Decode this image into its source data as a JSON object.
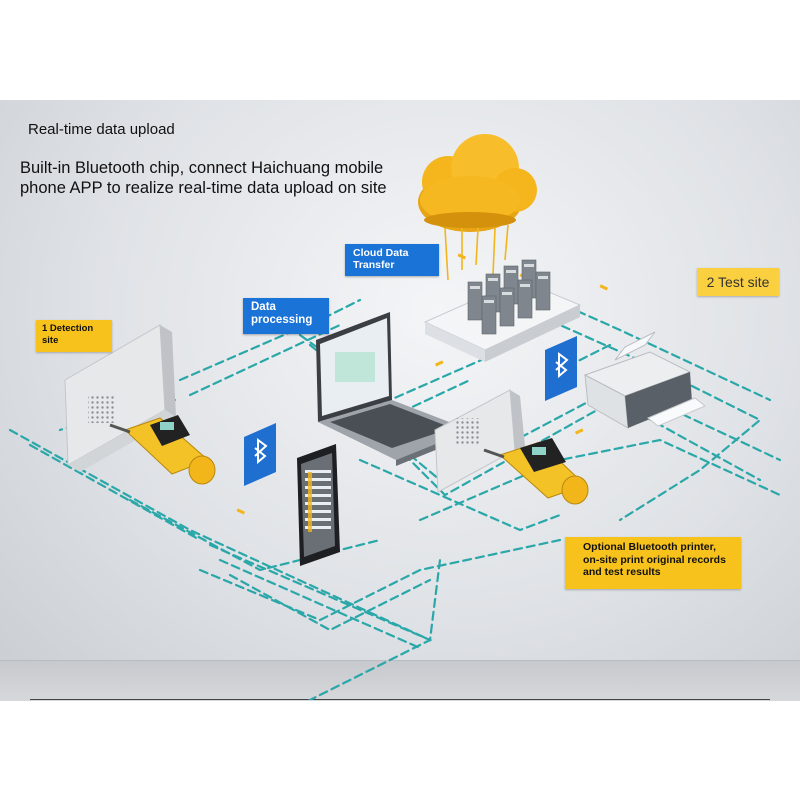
{
  "heading": "Real-time data upload",
  "description_line1": "Built-in Bluetooth chip, connect Haichuang mobile",
  "description_line2": "phone APP to realize real-time data upload on site",
  "callouts": {
    "cloud_line1": "Cloud Data",
    "cloud_line2": "Transfer",
    "processing_line1": "Data",
    "processing_line2": "processing",
    "site1_line1": "1 Detection",
    "site1_line2": "site",
    "site2": "2 Test site",
    "printer_line1": "Optional Bluetooth printer,",
    "printer_line2": "on-site print original records",
    "printer_line3": "and test results"
  },
  "colors": {
    "callout_blue": "#1a73d6",
    "callout_yellow": "#f7c21b",
    "cloud": "#f5b51c",
    "network_path": "#2aa7a8",
    "bluetooth": "#1f6fd0"
  },
  "icons": [
    "cloud-icon",
    "server-rack-icon",
    "laptop-icon",
    "smartphone-icon",
    "bluetooth-icon",
    "printer-icon",
    "concrete-test-hammer-icon",
    "concrete-wall-icon"
  ]
}
